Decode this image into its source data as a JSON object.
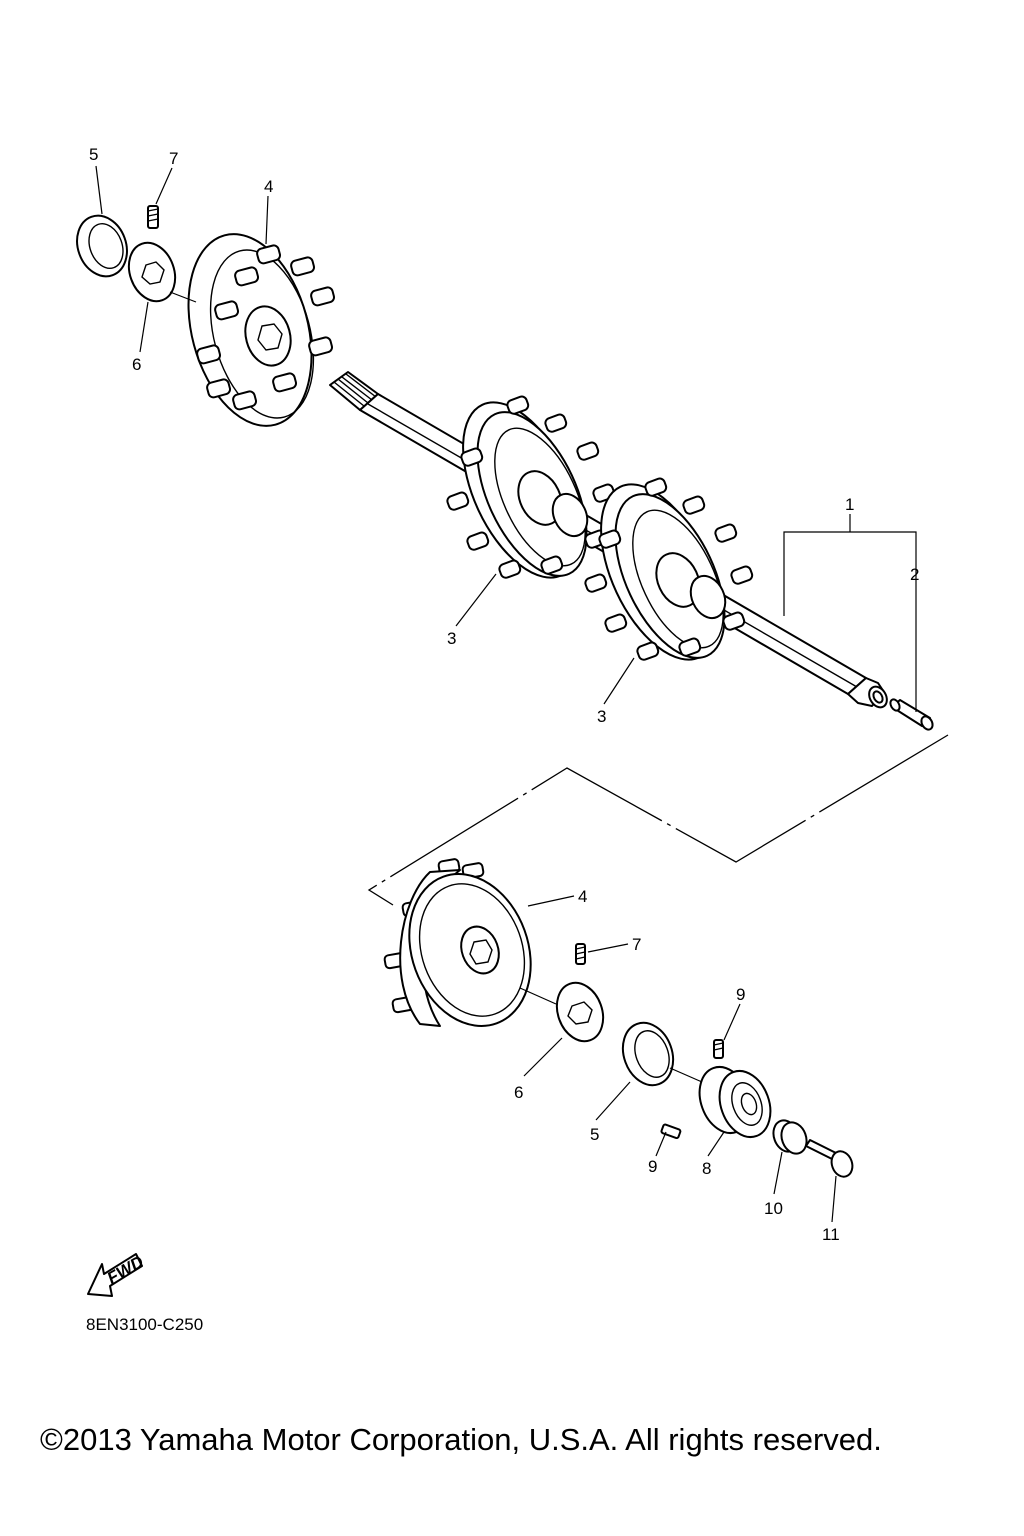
{
  "callouts": {
    "c5_top": "5",
    "c7_top": "7",
    "c4_top": "4",
    "c6_top": "6",
    "c1": "1",
    "c2": "2",
    "c3_a": "3",
    "c3_b": "3",
    "c4_bottom": "4",
    "c7_bottom": "7",
    "c9_top": "9",
    "c6_bottom": "6",
    "c5_bottom": "5",
    "c9_bottom": "9",
    "c8": "8",
    "c10": "10",
    "c11": "11"
  },
  "fwd_label": "FWD",
  "diagram_code": "8EN3100-C250",
  "copyright": "©2013 Yamaha Motor Corporation, U.S.A. All rights reserved."
}
